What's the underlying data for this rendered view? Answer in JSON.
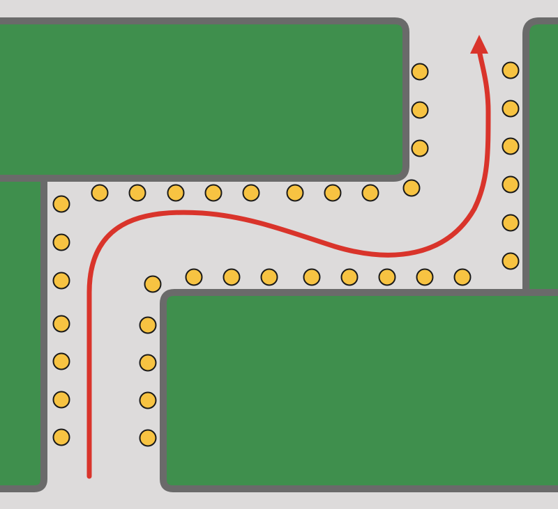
{
  "diagram": {
    "description_free": true,
    "colors": {
      "road": "#dddbdb",
      "grass": "#3f8f4d",
      "curb": "#6a6a6a",
      "cone_fill": "#f7c342",
      "cone_stroke": "#1a1a1a",
      "path": "#d9342b"
    },
    "regions": [
      {
        "name": "grass-block-top-left"
      },
      {
        "name": "grass-block-bottom-left"
      },
      {
        "name": "grass-block-bottom-right"
      },
      {
        "name": "grass-block-top-right"
      }
    ],
    "markers": {
      "icon": "cone-marker-icon",
      "groups": [
        {
          "name": "left-vertical-row",
          "count": 7
        },
        {
          "name": "upper-horizontal-row",
          "count": 9
        },
        {
          "name": "inner-vertical-row",
          "count": 3
        },
        {
          "name": "lower-horizontal-row",
          "count": 9
        },
        {
          "name": "right-vertical-row",
          "count": 6
        }
      ]
    },
    "path": {
      "icon": "arrow-up-icon",
      "direction": "bottom-to-top"
    }
  }
}
